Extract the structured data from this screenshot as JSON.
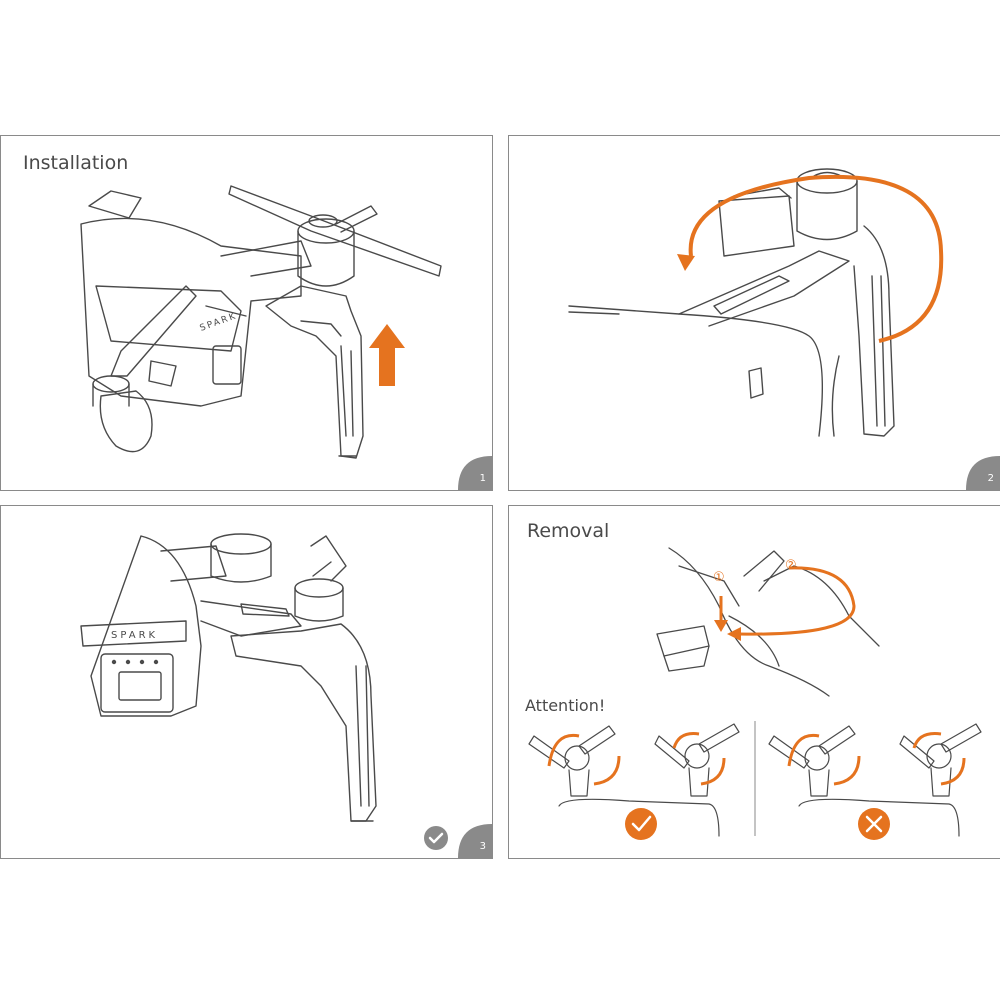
{
  "panels": {
    "p1": {
      "title": "Installation",
      "step": "1"
    },
    "p2": {
      "step": "2"
    },
    "p3": {
      "step": "3"
    },
    "p4": {
      "title": "Removal",
      "attention": "Attention!",
      "step_labels": [
        "①",
        "②"
      ]
    }
  },
  "drone_label": "SPARK",
  "colors": {
    "accent": "#E5731F",
    "line": "#4A4A4A",
    "border": "#8A8A8A",
    "badge": "#8A8A8A"
  },
  "icons": [
    "arrow-up-icon",
    "rotate-arrow-icon",
    "check-icon",
    "cross-icon",
    "corner-step-badge"
  ]
}
